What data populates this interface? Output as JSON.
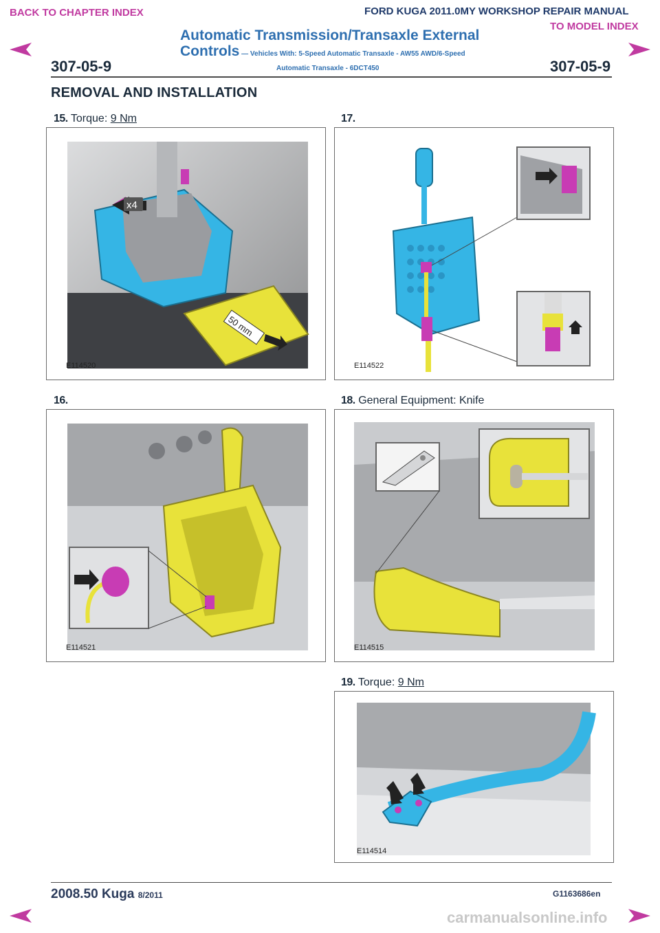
{
  "nav": {
    "back_to_chapter": "BACK TO CHAPTER INDEX",
    "to_model_index": "TO MODEL INDEX"
  },
  "header": {
    "manual_title": "FORD KUGA 2011.0MY WORKSHOP REPAIR MANUAL",
    "section_line1": "Automatic Transmission/Transaxle External",
    "section_line2_main": "Controls",
    "section_line2_sub": " — Vehicles With: 5-Speed Automatic Transaxle - AW55 AWD/6-Speed",
    "section_line3": "Automatic Transaxle - 6DCT450",
    "page_left": "307-05-9",
    "page_right": "307-05-9",
    "heading": "REMOVAL AND INSTALLATION"
  },
  "steps": [
    {
      "num": "15.",
      "label": "Torque:",
      "value": "9 Nm",
      "figure_ref": "E114520",
      "callouts": [
        "x4",
        "50 mm"
      ]
    },
    {
      "num": "16.",
      "label": "",
      "value": "",
      "figure_ref": "E114521"
    },
    {
      "num": "17.",
      "label": "",
      "value": "",
      "figure_ref": "E114522"
    },
    {
      "num": "18.",
      "label": "General Equipment:",
      "value": "Knife",
      "figure_ref": "E114515"
    },
    {
      "num": "19.",
      "label": "Torque:",
      "value": "9 Nm",
      "figure_ref": "E114514"
    }
  ],
  "footer": {
    "model": "2008.50 Kuga",
    "date": "8/2011",
    "code": "G1163686en",
    "watermark": "carmanualsonline.info"
  },
  "colors": {
    "link": "#c03aa0",
    "title_blue": "#2e6fb0",
    "part_cyan": "#35b5e5",
    "part_yellow": "#e8e23a",
    "part_magenta": "#c83cb4"
  }
}
